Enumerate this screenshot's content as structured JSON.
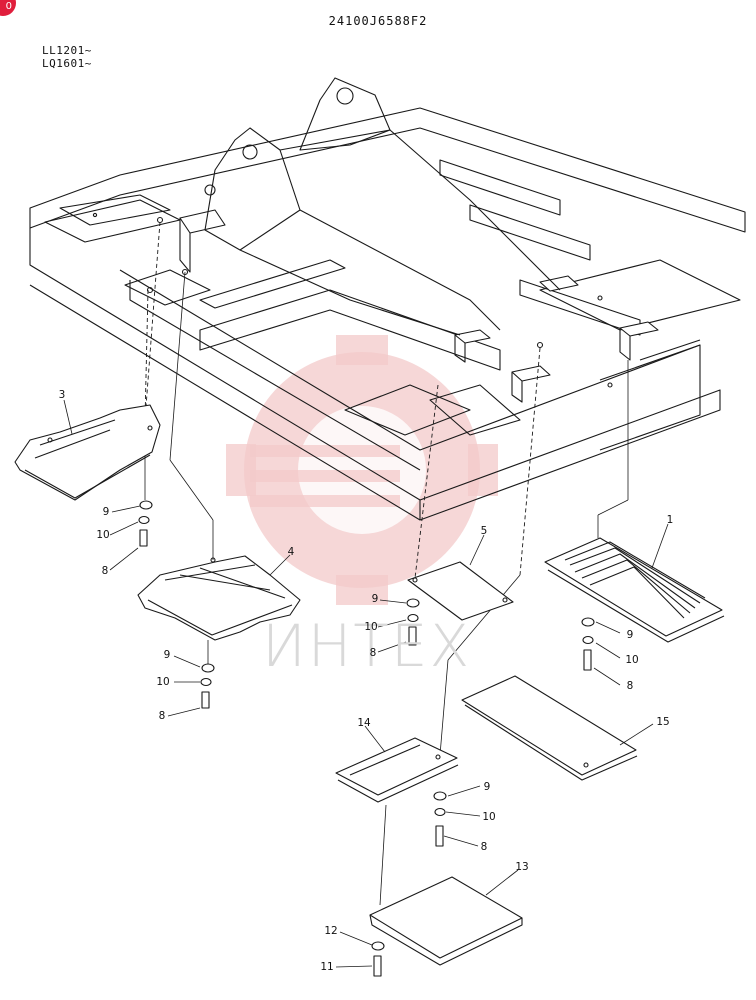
{
  "document": {
    "code": "24100J6588F2",
    "serials": [
      "LL1201~",
      "LQ1601~"
    ],
    "badge": "0"
  },
  "watermark": {
    "text": "ИНТЕХ",
    "color": "#f3c9c9"
  },
  "callouts": [
    {
      "id": "c3",
      "label": "3"
    },
    {
      "id": "c9a",
      "label": "9"
    },
    {
      "id": "c10a",
      "label": "10"
    },
    {
      "id": "c8a",
      "label": "8"
    },
    {
      "id": "c4",
      "label": "4"
    },
    {
      "id": "c9b",
      "label": "9"
    },
    {
      "id": "c10b",
      "label": "10"
    },
    {
      "id": "c8b",
      "label": "8"
    },
    {
      "id": "c5",
      "label": "5"
    },
    {
      "id": "c9c",
      "label": "9"
    },
    {
      "id": "c10c",
      "label": "10"
    },
    {
      "id": "c8c",
      "label": "8"
    },
    {
      "id": "c1",
      "label": "1"
    },
    {
      "id": "c9d",
      "label": "9"
    },
    {
      "id": "c10d",
      "label": "10"
    },
    {
      "id": "c8d",
      "label": "8"
    },
    {
      "id": "c15",
      "label": "15"
    },
    {
      "id": "c14",
      "label": "14"
    },
    {
      "id": "c9e",
      "label": "9"
    },
    {
      "id": "c10e",
      "label": "10"
    },
    {
      "id": "c8e",
      "label": "8"
    },
    {
      "id": "c13",
      "label": "13"
    },
    {
      "id": "c12",
      "label": "12"
    },
    {
      "id": "c11",
      "label": "11"
    }
  ]
}
